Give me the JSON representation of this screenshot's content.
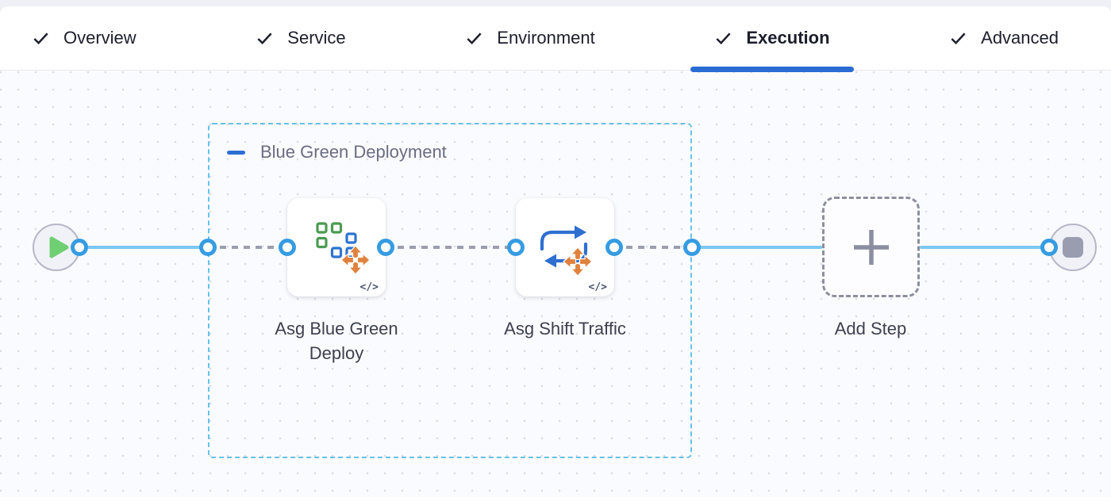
{
  "tabs": {
    "items": [
      {
        "label": "Overview",
        "completed": true,
        "active": false
      },
      {
        "label": "Service",
        "completed": true,
        "active": false
      },
      {
        "label": "Environment",
        "completed": true,
        "active": false
      },
      {
        "label": "Execution",
        "completed": true,
        "active": true
      },
      {
        "label": "Advanced",
        "completed": true,
        "active": false
      }
    ]
  },
  "graph": {
    "start_node": {
      "icon": "play-icon"
    },
    "end_node": {
      "icon": "stop-icon"
    },
    "step_group": {
      "label": "Blue Green Deployment",
      "collapse_icon": "minus-icon",
      "steps": [
        {
          "label": "Asg Blue Green Deploy",
          "icon": "asg-blue-green-deploy-icon",
          "overlay_icon": "move-arrows-icon",
          "badge": "</>"
        },
        {
          "label": "Asg Shift Traffic",
          "icon": "asg-shift-traffic-icon",
          "overlay_icon": "move-arrows-icon",
          "badge": "</>"
        }
      ]
    },
    "add_step": {
      "label": "Add Step",
      "icon": "plus-icon"
    }
  },
  "colors": {
    "accent_blue": "#2A6CD3",
    "connector_blue": "#7AC8F2",
    "port_ring_blue": "#369CE2",
    "group_border_blue": "#67C1EA",
    "dashed_connector_gray": "#9B9EAF",
    "play_green": "#6FCF73",
    "stop_gray": "#9A9CB0",
    "icon_green": "#4A9B50",
    "icon_blue": "#2E6FD0",
    "icon_orange": "#E0813D"
  }
}
